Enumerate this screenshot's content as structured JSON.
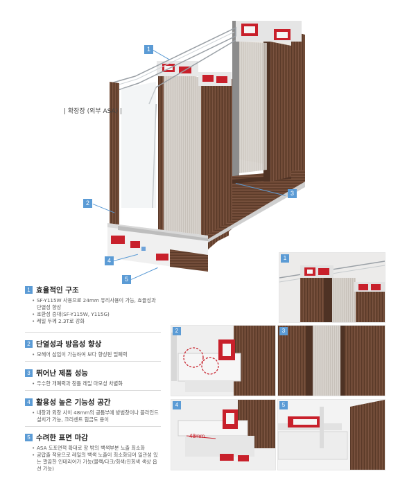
{
  "colors": {
    "accent": "#5b9bd5",
    "frame_brown": "#6b4632",
    "gasket_red": "#c8202b",
    "pvc_white": "#f0f0f0"
  },
  "extension_label": "| 확장장 (외부 ASA) |",
  "callouts": [
    "1",
    "2",
    "3",
    "4",
    "5"
  ],
  "features": [
    {
      "num": "1",
      "title": "효율적인 구조",
      "bullets": [
        "SF-Y115W 사용으로 24mm 유리사용이 가능, 효율성과 단열성 향상",
        "호환성 증대(SF-Y115W, Y115G)",
        "레일 두께 2.3T로 강화"
      ]
    },
    {
      "num": "2",
      "title": "단열성과 방음성 향상",
      "bullets": [
        "모헤어 삽입이 가능하여 보다 향상된 밀폐력"
      ]
    },
    {
      "num": "3",
      "title": "뛰어난 제품 성능",
      "bullets": [
        "우수한 개폐력과 창틀 레일 마모성 차별화"
      ]
    },
    {
      "num": "4",
      "title": "활용성 높은 기능성 공간",
      "bullets": [
        "내창과 외창 사이 48mm의 공틈부에 방범창이나 블라인드 설치가 가능, 크리센트 힘금도 용이"
      ]
    },
    {
      "num": "5",
      "title": "수려한 표면 마감",
      "bullets": [
        "ASA 도포면적 확대로 창 밖의 백색부분 노출 최소화",
        "공압출 적용으로 레일의 백색 노출이 최소화되어 일관성 있는 깔끔한 인테리어가 가능(블랙/다크/회색/진회색 색상 옵션 가능)"
      ]
    }
  ],
  "details": [
    "1",
    "2",
    "3",
    "4",
    "5"
  ],
  "dimension_label": "48mm"
}
